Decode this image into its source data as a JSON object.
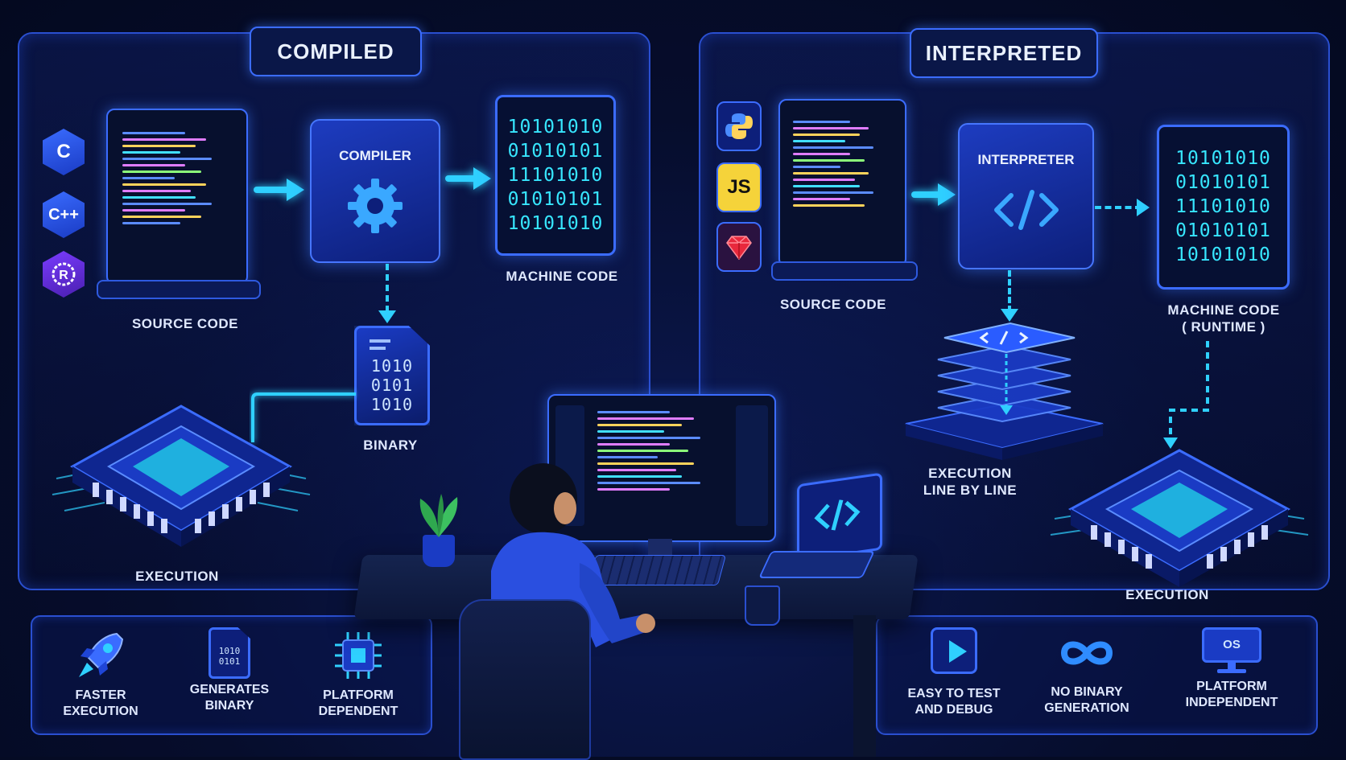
{
  "compiled": {
    "title": "COMPILED",
    "languages": [
      {
        "icon": "c-language-icon",
        "text": "C"
      },
      {
        "icon": "cpp-language-icon",
        "text": "C++"
      },
      {
        "icon": "rust-language-icon",
        "text": "R"
      }
    ],
    "source_label": "SOURCE CODE",
    "compiler_label": "COMPILER",
    "machine_code_label": "MACHINE CODE",
    "machine_code_lines": [
      "10101010",
      "01010101",
      "11101010",
      "01010101",
      "10101010"
    ],
    "binary_label": "BINARY",
    "binary_lines": [
      "1010",
      "0101",
      "1010"
    ],
    "execution_label": "EXECUTION",
    "features": [
      {
        "icon": "rocket-icon",
        "line1": "FASTER",
        "line2": "EXECUTION"
      },
      {
        "icon": "binary-file-icon",
        "line1": "GENERATES",
        "line2": "BINARY",
        "icon_text1": "1010",
        "icon_text2": "0101"
      },
      {
        "icon": "chip-icon",
        "line1": "PLATFORM",
        "line2": "DEPENDENT"
      }
    ]
  },
  "interpreted": {
    "title": "INTERPRETED",
    "languages": [
      {
        "icon": "python-icon",
        "text": ""
      },
      {
        "icon": "javascript-icon",
        "text": "JS"
      },
      {
        "icon": "ruby-icon",
        "text": ""
      }
    ],
    "source_label": "SOURCE CODE",
    "interpreter_label": "INTERPRETER",
    "machine_code_label_line1": "MACHINE CODE",
    "machine_code_label_line2": "( RUNTIME )",
    "machine_code_lines": [
      "10101010",
      "01010101",
      "11101010",
      "01010101",
      "10101010"
    ],
    "line_by_line_label_line1": "EXECUTION",
    "line_by_line_label_line2": "LINE BY LINE",
    "execution_label": "EXECUTION",
    "features": [
      {
        "icon": "play-icon",
        "line1": "EASY TO TEST",
        "line2": "AND DEBUG"
      },
      {
        "icon": "infinity-icon",
        "line1": "NO BINARY",
        "line2": "GENERATION"
      },
      {
        "icon": "os-monitor-icon",
        "line1": "PLATFORM",
        "line2": "INDEPENDENT",
        "icon_text": "OS"
      }
    ]
  },
  "colors": {
    "accent": "#2fd0ff",
    "panel_border": "#2a4fd0",
    "background": "#050b24"
  }
}
